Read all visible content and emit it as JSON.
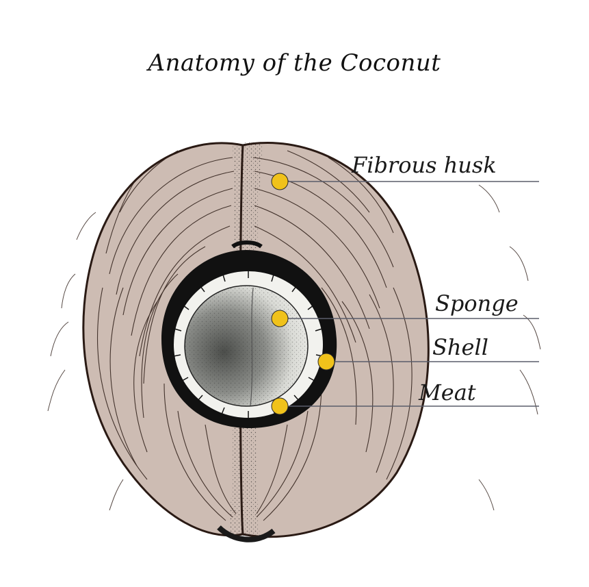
{
  "title": "Anatomy of the Coconut",
  "colors": {
    "husk": "#cdbcb3",
    "husk_stroke": "#2a1a14",
    "shell": "#111111",
    "meat": "#f2f2ee",
    "sponge_dark": "#5b5d5a",
    "sponge_light": "#e3e4df",
    "marker": "#f0c21b",
    "leader": "#5a5d6a"
  },
  "labels": {
    "fibrous_husk": "Fibrous husk",
    "sponge": "Sponge",
    "shell": "Shell",
    "meat": "Meat"
  },
  "icons": {
    "marker": "yellow-dot",
    "coconut": "coconut-cross-section"
  }
}
